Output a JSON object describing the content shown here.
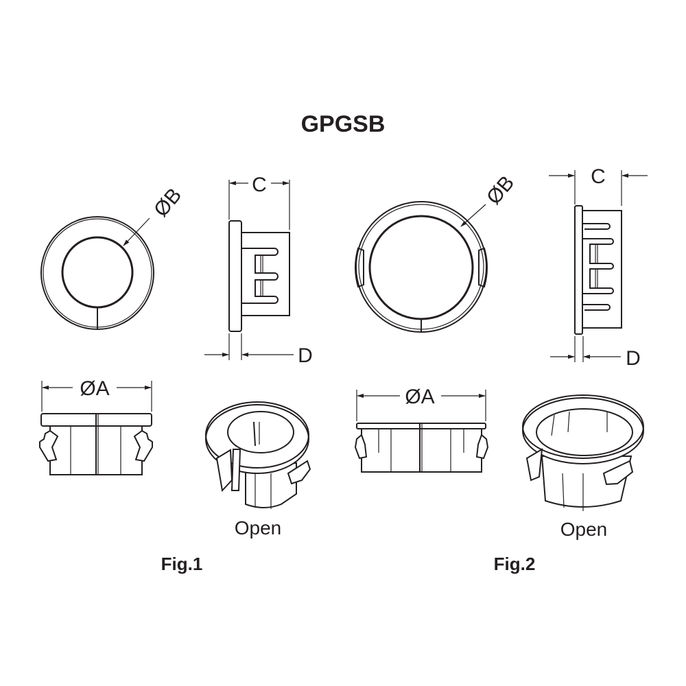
{
  "title": "GPGSB",
  "fig1": {
    "caption": "Fig.1",
    "open_label": "Open",
    "dims": {
      "b": "ØB",
      "c": "C",
      "d": "D",
      "a": "ØA"
    }
  },
  "fig2": {
    "caption": "Fig.2",
    "open_label": "Open",
    "dims": {
      "b": "ØB",
      "c": "C",
      "d": "D",
      "a": "ØA"
    }
  }
}
